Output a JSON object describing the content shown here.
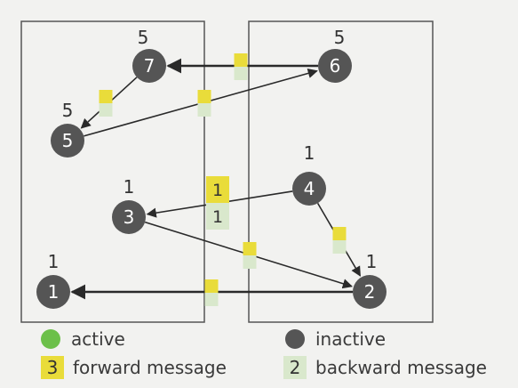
{
  "colors": {
    "background": "#f2f2f0",
    "node_inactive": "#555555",
    "node_active": "#6cc04a",
    "node_text": "#ffffff",
    "forward_msg": "#e9dc3a",
    "backward_msg": "#d9e8cc",
    "edge": "#2a2a2a",
    "partition_border": "#555555"
  },
  "nodes": [
    {
      "id": "7",
      "value": "5",
      "state": "inactive"
    },
    {
      "id": "6",
      "value": "5",
      "state": "inactive"
    },
    {
      "id": "5",
      "value": "5",
      "state": "inactive"
    },
    {
      "id": "4",
      "value": "1",
      "state": "inactive"
    },
    {
      "id": "3",
      "value": "1",
      "state": "inactive"
    },
    {
      "id": "2",
      "value": "1",
      "state": "inactive"
    },
    {
      "id": "1",
      "value": "1",
      "state": "inactive"
    }
  ],
  "edges": [
    {
      "from": "6",
      "to": "7"
    },
    {
      "from": "7",
      "to": "5"
    },
    {
      "from": "5",
      "to": "6"
    },
    {
      "from": "4",
      "to": "3"
    },
    {
      "from": "4",
      "to": "2"
    },
    {
      "from": "3",
      "to": "2"
    },
    {
      "from": "2",
      "to": "1"
    }
  ],
  "messages": [
    {
      "edge": "6-7",
      "forward": "",
      "backward": ""
    },
    {
      "edge": "7-5",
      "forward": "",
      "backward": ""
    },
    {
      "edge": "5-6",
      "forward": "",
      "backward": ""
    },
    {
      "edge": "4-3",
      "forward": "1",
      "backward": "1"
    },
    {
      "edge": "4-2",
      "forward": "",
      "backward": ""
    },
    {
      "edge": "3-2",
      "forward": "",
      "backward": ""
    },
    {
      "edge": "2-1",
      "forward": "",
      "backward": ""
    }
  ],
  "legend": {
    "active_label": "active",
    "inactive_label": "inactive",
    "forward_sample": "3",
    "forward_label": "forward message",
    "backward_sample": "2",
    "backward_label": "backward message"
  }
}
